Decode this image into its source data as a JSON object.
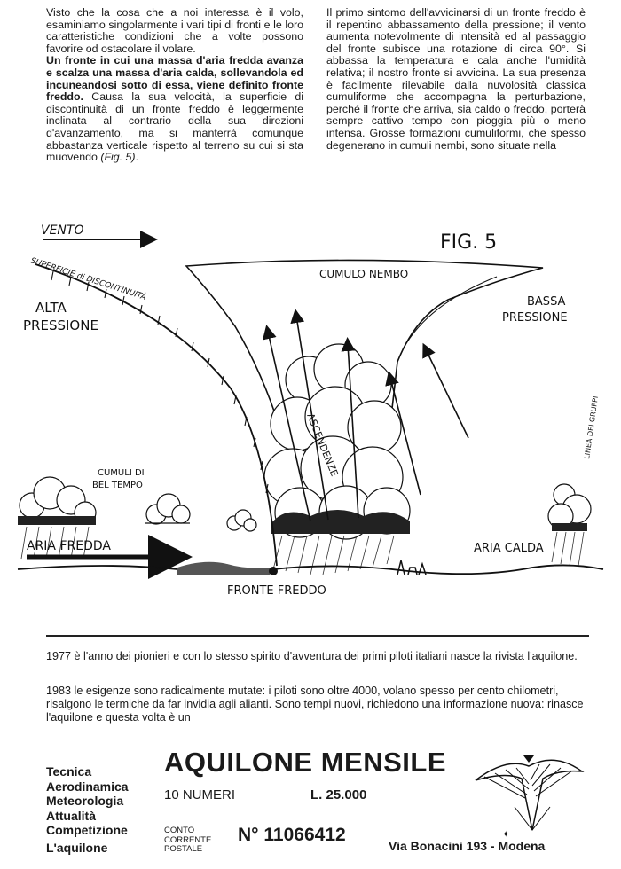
{
  "article": {
    "left": {
      "p1": "Visto che la cosa che a noi interessa è il volo, esaminiamo singolarmente i vari tipi di fronti e le loro caratteristiche condizioni che a volte possono favorire od ostacolare il volare.",
      "p2_bold": "Un fronte in cui una massa d'aria fredda avanza e scalza una massa d'aria calda, sollevandola ed incuneandosi sotto di essa, viene definito fronte freddo.",
      "p2_rest": " Causa la sua velocità, la superficie di discontinuità di un fronte freddo è leggermente inclinata al contrario della sua direzioni d'avanzamento, ma si manterrà comunque abbastanza verticale rispetto al terreno su cui si sta muovendo ",
      "p2_ref": "(Fig. 5)",
      "p2_end": "."
    },
    "right": {
      "p1": "Il primo sintomo dell'avvicinarsi di un fronte freddo è il repentino abbassamento della pressione; il vento aumenta notevolmente di intensità ed al passaggio del fronte subisce una rotazione di circa 90°. Si abbassa la temperatura e cala anche l'umidità relativa; il nostro fronte si avvicina. La sua presenza è facilmente rilevabile dalla nuvolosità classica cumuliforme che accompagna la perturbazione, perché il fronte che arriva, sia caldo o freddo, porterà sempre cattivo tempo con pioggia più o meno intensa. Grosse formazioni cumuliformi, che spesso degenerano in cumuli nembi, sono situate nella"
    }
  },
  "figure": {
    "fig_label": "FIG. 5",
    "vento": "VENTO",
    "superficie": "SUPERFICIE di DISCONTINUITÀ",
    "alta_1": "ALTA",
    "alta_2": "PRESSIONE",
    "cumulo_nembo": "CUMULO NEMBO",
    "bassa_1": "BASSA",
    "bassa_2": "PRESSIONE",
    "linea_gruppi": "LINEA DEI GRUPPI",
    "ascendenze": "ASCENDENZE",
    "cumuli_1": "CUMULI DI",
    "cumuli_2": "BEL TEMPO",
    "aria_fredda": "ARIA FREDDA",
    "aria_calda": "ARIA CALDA",
    "fronte_freddo": "FRONTE FREDDO"
  },
  "promo": {
    "p1": "1977 è l'anno dei pionieri e con lo stesso spirito d'avventura dei primi piloti italiani nasce la rivista l'aquilone.",
    "p2": "1983 le esigenze sono radicalmente mutate: i piloti sono oltre 4000, volano spesso per cento chilometri, risalgono le termiche da far invidia agli alianti. Sono tempi nuovi, richiedono una informazione nuova: rinasce l'aquilone e questa volta è un"
  },
  "ad": {
    "topics": [
      "Tecnica",
      "Aerodinamica",
      "Meteorologia",
      "Attualità",
      "Competizione"
    ],
    "brand": "L'aquilone",
    "title": "AQUILONE MENSILE",
    "issues": "10 NUMERI",
    "price": "L. 25.000",
    "conto_1": "CONTO",
    "conto_2": "CORRENTE",
    "conto_3": "POSTALE",
    "account_number": "N° 11066412",
    "address": "Via Bonacini 193 - Modena"
  }
}
